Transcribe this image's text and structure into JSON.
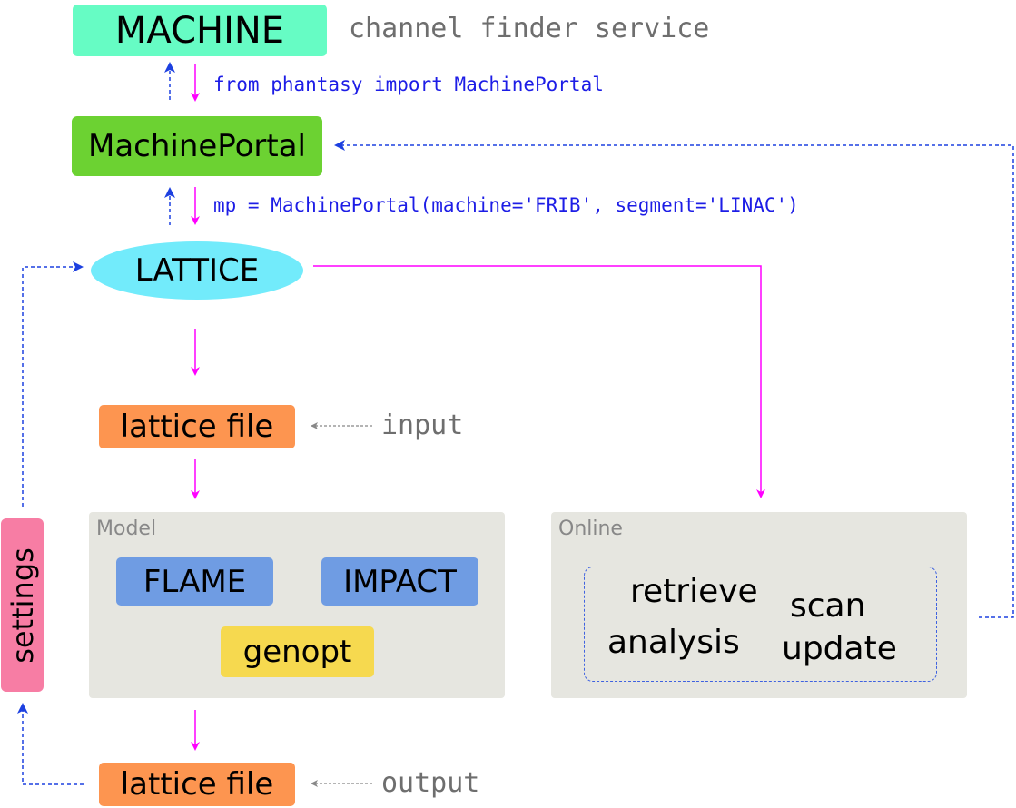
{
  "nodes": {
    "machine": "MACHINE",
    "machine_portal": "MachinePortal",
    "lattice": "LATTICE",
    "lattice_file_input": "lattice file",
    "lattice_file_output": "lattice file",
    "settings": "settings"
  },
  "annotations": {
    "channel_finder": "channel finder service",
    "import_code": "from phantasy import MachinePortal",
    "init_code": "mp = MachinePortal(machine='FRIB', segment='LINAC')",
    "input_label": "input",
    "output_label": "output"
  },
  "model_panel": {
    "label": "Model",
    "items": [
      "FLAME",
      "IMPACT",
      "genopt"
    ]
  },
  "online_panel": {
    "label": "Online",
    "items": [
      "retrieve",
      "scan",
      "analysis",
      "update"
    ]
  },
  "colors": {
    "machine": "#66fcc4",
    "machine_portal": "#6cd232",
    "lattice": "#72ebfb",
    "lattice_file": "#fd9550",
    "model_engines": "#6f9ce3",
    "genopt": "#f6d94f",
    "settings": "#f77da4",
    "panel": "#e6e6e0",
    "magenta_arrow": "#ff00ff",
    "blue_dashed_arrow": "#1d40e0",
    "gray_arrow": "#888888",
    "code_text": "#1d1de6"
  }
}
